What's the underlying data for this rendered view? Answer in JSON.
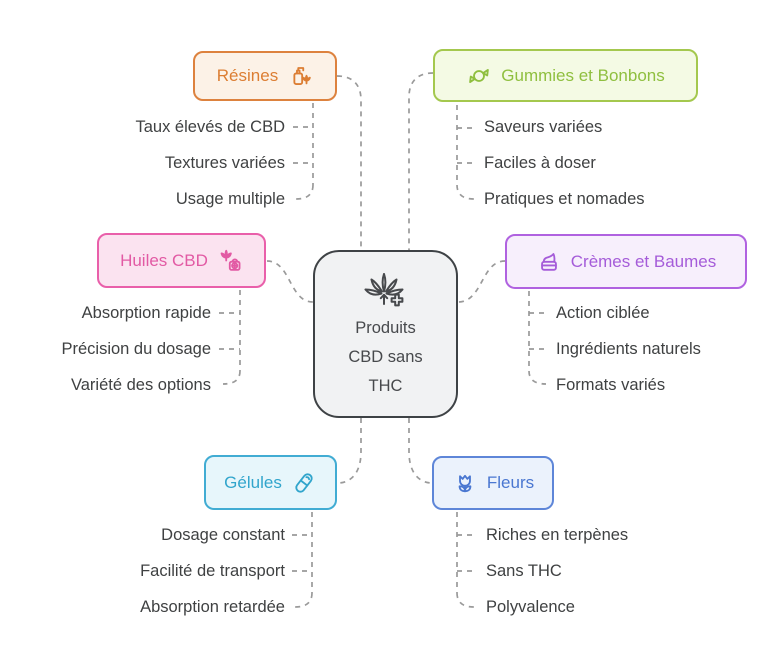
{
  "palette": {
    "background": "#ffffff",
    "connector": "#9a9a9a",
    "item_text": "#3f4142"
  },
  "center": {
    "lines": [
      "Produits",
      "CBD sans",
      "THC"
    ],
    "icon": "cannabis-leaf-plus",
    "colors": {
      "text": "#47494c",
      "border": "#3e4245",
      "bg": "#f1f2f3"
    }
  },
  "branches": [
    {
      "id": "resines",
      "label": "Résines",
      "icon": "pump-bottle-leaf",
      "colors": {
        "text": "#dc7e33",
        "border": "#dd823e",
        "bg": "#fcf2e7"
      },
      "items": [
        "Taux élevés de CBD",
        "Textures variées",
        "Usage multiple"
      ]
    },
    {
      "id": "gummies",
      "label": "Gummies et Bonbons",
      "icon": "candy",
      "colors": {
        "text": "#8fbf3f",
        "border": "#a4c84e",
        "bg": "#f4fae4"
      },
      "items": [
        "Saveurs variées",
        "Faciles à doser",
        "Pratiques et nomades"
      ]
    },
    {
      "id": "huiles",
      "label": "Huiles CBD",
      "icon": "cannabis-leaf-medical-bag",
      "colors": {
        "text": "#e25aa4",
        "border": "#e95faa",
        "bg": "#fbe3f0"
      },
      "items": [
        "Absorption rapide",
        "Précision du dosage",
        "Variété des options"
      ]
    },
    {
      "id": "cremes",
      "label": "Crèmes et Baumes",
      "icon": "cream-jar",
      "colors": {
        "text": "#a55cd9",
        "border": "#b062e0",
        "bg": "#f7effc"
      },
      "items": [
        "Action ciblée",
        "Ingrédients naturels",
        "Formats variés"
      ]
    },
    {
      "id": "gelules",
      "label": "Gélules",
      "icon": "capsule",
      "colors": {
        "text": "#31a5cc",
        "border": "#41acd3",
        "bg": "#e7f6fb"
      },
      "items": [
        "Dosage constant",
        "Facilité de transport",
        "Absorption retardée"
      ]
    },
    {
      "id": "fleurs",
      "label": "Fleurs",
      "icon": "tulip",
      "colors": {
        "text": "#4a77d1",
        "border": "#5e86d8",
        "bg": "#ebf2fc"
      },
      "items": [
        "Riches en terpènes",
        "Sans THC",
        "Polyvalence"
      ]
    }
  ]
}
